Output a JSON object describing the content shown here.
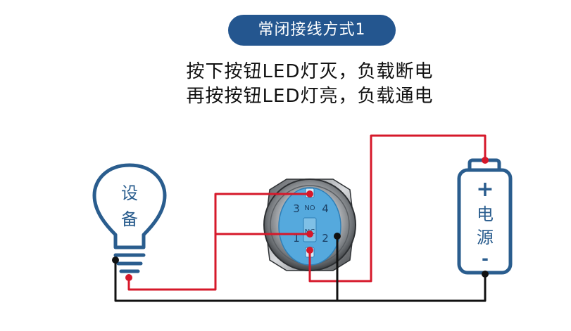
{
  "title": "常闭接线方式1",
  "description": [
    "按下按钮LED灯灭，负载断电",
    "再按按钮LED灯亮，负载通电"
  ],
  "bulb": {
    "label_line1": "设",
    "label_line2": "备"
  },
  "switch": {
    "terminals": [
      "3",
      "4",
      "1",
      "2"
    ],
    "marks": [
      "NO",
      "NC"
    ]
  },
  "battery": {
    "plus": "+",
    "label_line1": "电",
    "label_line2": "源",
    "minus": "-"
  },
  "colors": {
    "title_bg": "#24568f",
    "outline": "#2a5d8e",
    "switch_blue": "#55a9dd",
    "wire_red": "#d6182a",
    "wire_black": "#111111"
  }
}
